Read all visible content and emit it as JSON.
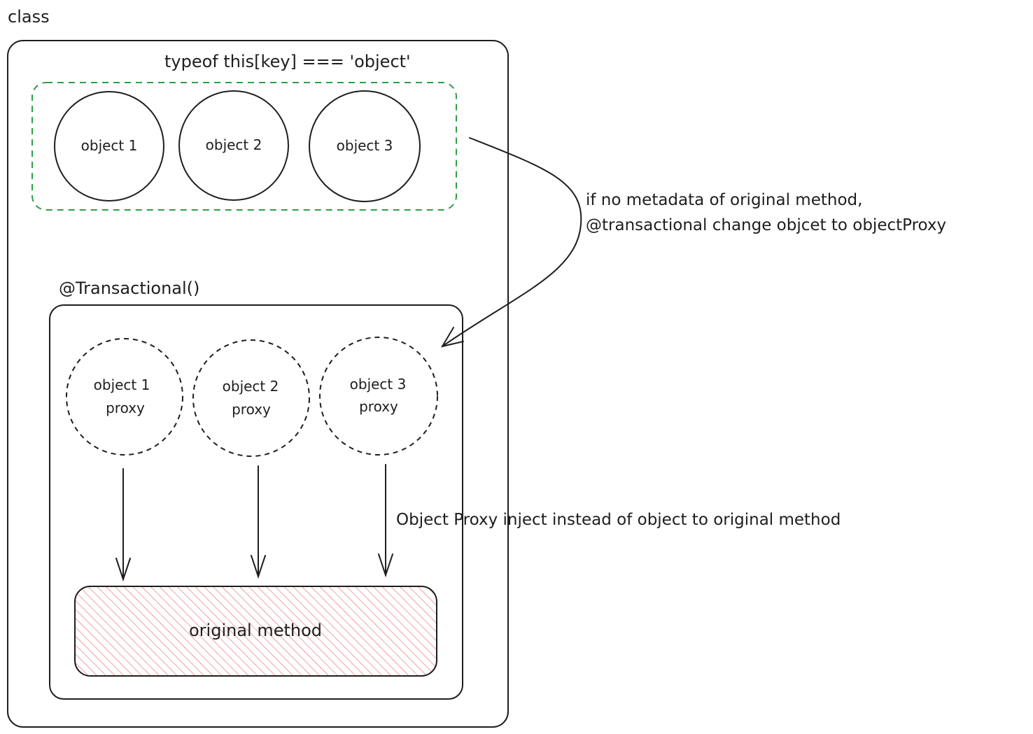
{
  "class_box": {
    "label": "class"
  },
  "object_group": {
    "label": "typeof this[key] === 'object'",
    "border_color": "#2f9e44",
    "objects": [
      {
        "label": "object 1"
      },
      {
        "label": "object 2"
      },
      {
        "label": "object 3"
      }
    ]
  },
  "transactional_box": {
    "label": "@Transactional()",
    "proxies": [
      {
        "line1": "object 1",
        "line2": "proxy"
      },
      {
        "line1": "object 2",
        "line2": "proxy"
      },
      {
        "line1": "object 3",
        "line2": "proxy"
      }
    ],
    "method": {
      "label": "original method",
      "hatch_color": "#e03131"
    }
  },
  "annotations": {
    "transform_line1": "if no metadata of original method,",
    "transform_line2": "@transactional change objcet to objectProxy",
    "inject": "Object Proxy inject instead of object to original method"
  }
}
